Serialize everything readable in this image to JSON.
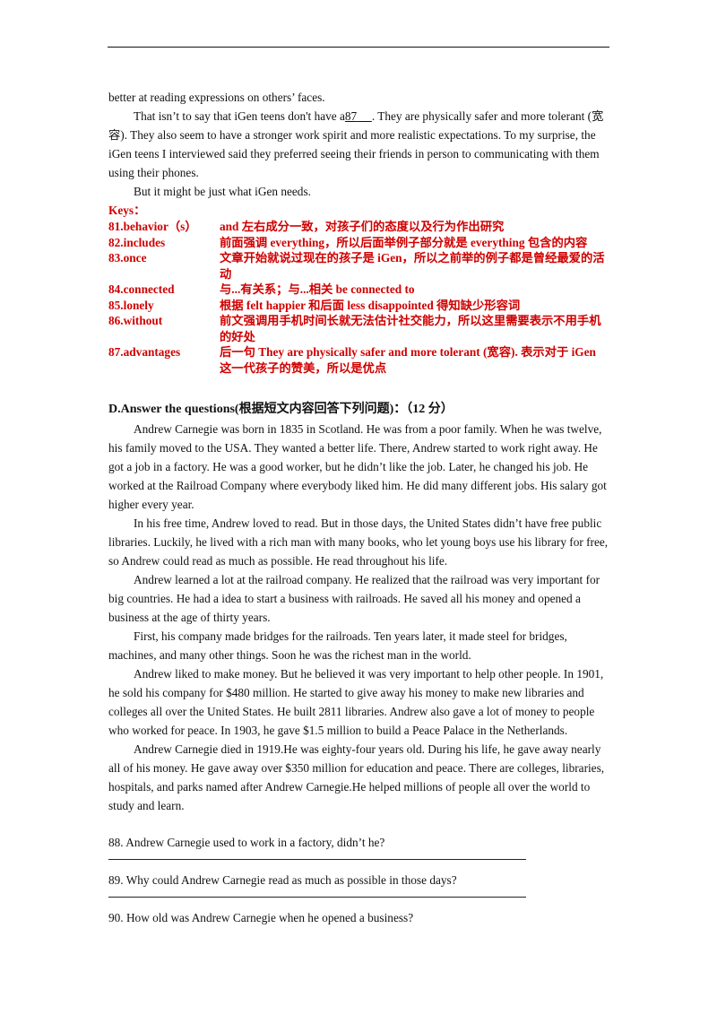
{
  "top_paragraph": {
    "line1": "better at reading expressions on others’ faces.",
    "p2_pre": "That isn’t to say that iGen teens don't have a",
    "p2_blank": "87",
    "p2_post": ". They are physically safer and more tolerant (宽容). They also seem to have a stronger work spirit and more realistic expectations. To my surprise, the iGen teens I interviewed said they preferred seeing their friends in person to communicating with them using their phones.",
    "p3": "But it might be just what iGen needs."
  },
  "keys": {
    "title": "Keys：",
    "items": [
      {
        "answer": "81.behavior（s）",
        "note": "and 左右成分一致，对孩子们的态度以及行为作出研究"
      },
      {
        "answer": "82.includes",
        "note": "前面强调 everything，所以后面举例子部分就是 everything 包含的内容"
      },
      {
        "answer": "83.once",
        "note": "文章开始就说过现在的孩子是 iGen，所以之前举的例子都是曾经最爱的活动"
      },
      {
        "answer": "84.connected",
        "note": "与...有关系；与...相关  be connected to"
      },
      {
        "answer": "85.lonely",
        "note": "根据 felt happier  和后面 less disappointed 得知缺少形容词"
      },
      {
        "answer": "86.without",
        "note": "前文强调用手机时间长就无法估计社交能力，所以这里需要表示不用手机的好处"
      },
      {
        "answer": "87.advantages",
        "note": "后一句 They are physically safer and more tolerant (宽容). 表示对于 iGen 这一代孩子的赞美，所以是优点"
      }
    ]
  },
  "section_d": {
    "title": "D.Answer the questions(根据短文内容回答下列问题)：（12 分）",
    "paragraphs": [
      "Andrew Carnegie was born in 1835 in Scotland. He was from a poor family. When he was twelve, his family moved to the USA. They wanted a better life. There, Andrew started to work right away. He got a job in a factory. He was a good worker, but he didn’t like the job. Later, he changed his job. He worked at the Railroad Company where everybody liked him. He did many different jobs. His salary got higher every year.",
      "In his free time, Andrew loved to read. But in those days, the United States didn’t have free public libraries. Luckily, he lived with a rich man with many books, who let young boys use his library for free, so Andrew could read as much as possible. He read throughout his life.",
      "Andrew learned a lot at the railroad company. He realized that the railroad was very important for big countries. He had a idea to start a business with railroads. He saved all his money and opened a business at the age of thirty years.",
      "First, his company made bridges for the railroads. Ten years later, it made steel for bridges, machines, and many other things. Soon he was the richest man in the world.",
      "Andrew liked to make money. But he believed it was very important to help other people. In 1901, he sold his company for $480 million. He started to give away his money to make new libraries and colleges all over the United States. He built 2811 libraries. Andrew also gave a lot of money to people who worked for peace. In 1903, he gave $1.5 million to build a Peace Palace in the Netherlands.",
      "Andrew Carnegie died in 1919.He was eighty-four years old. During his life, he gave away nearly all of his money. He gave away over $350 million for education and peace. There are colleges, libraries, hospitals, and parks named after Andrew Carnegie.He helped millions of people all over the world to study and learn."
    ],
    "questions": [
      "88. Andrew Carnegie used to work in a factory, didn’t he?",
      "89. Why could Andrew Carnegie read as much as possible in those days?",
      "90. How old was Andrew Carnegie when he opened a business?"
    ]
  }
}
